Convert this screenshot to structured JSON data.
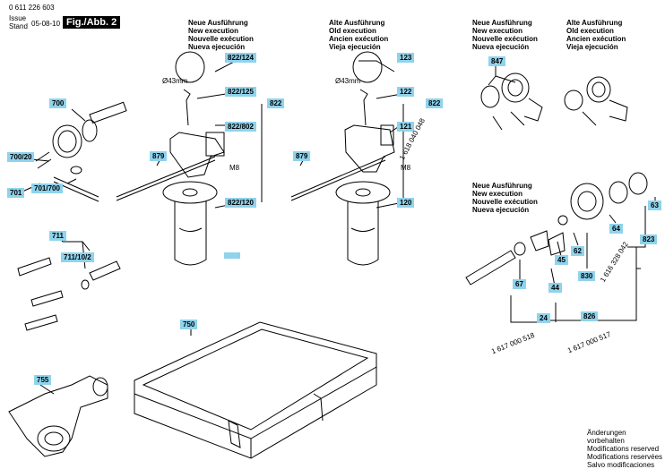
{
  "header": {
    "part_number": "0 611 226 603",
    "issue_label": "Issue",
    "stand_label": "Stand",
    "date": "05-08-10",
    "figure": "Fig./Abb. 2"
  },
  "headings": {
    "new": [
      "Neue Ausführung",
      "New execution",
      "Nouvelle exécution",
      "Nueva ejecución"
    ],
    "old": [
      "Alte Ausführung",
      "Old execution",
      "Ancien exécution",
      "Vieja ejecución"
    ]
  },
  "labels": {
    "p700": "700",
    "p700_20": "700/20",
    "p701": "701",
    "p701_700": "701/700",
    "p711": "711",
    "p711_10_2": "711/10/2",
    "p755": "755",
    "p750": "750",
    "p879a": "879",
    "p879b": "879",
    "p822_124": "822/124",
    "p822_125": "822/125",
    "p822": "822",
    "p822_802": "822/802",
    "p822_120": "822/120",
    "p123": "123",
    "p122": "122",
    "p822b": "822",
    "p121": "121",
    "p120": "120",
    "p847": "847",
    "p63": "63",
    "p64": "64",
    "p62": "62",
    "p45": "45",
    "p830": "830",
    "p67": "67",
    "p44": "44",
    "p826": "826",
    "p24": "24",
    "p823": "823"
  },
  "annotations": {
    "dia_a": "Ø43mm",
    "dia_b": "Ø43mm",
    "m8_a": "M8",
    "m8_b": "M8",
    "ref_121": "1 618 040 048",
    "ref_823": "1 616 328 042",
    "ref_24a": "1 617 000 518",
    "ref_24b": "1 617 000 517"
  },
  "footer": {
    "lines": [
      "Änderungen vorbehalten",
      "Modifications reserved",
      "Modifications reservées",
      "Salvo modificaciones"
    ]
  }
}
